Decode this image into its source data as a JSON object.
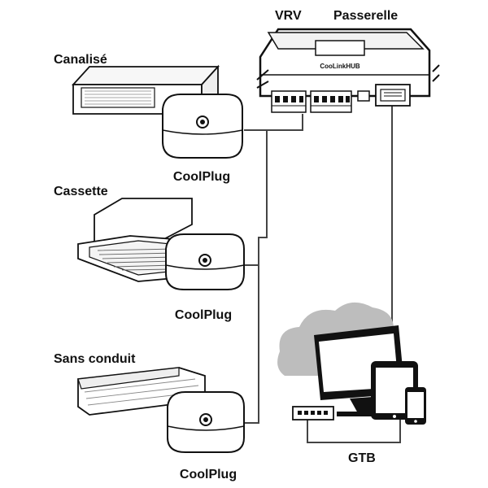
{
  "labels": {
    "vrv": "VRV",
    "passerelle": "Passerelle",
    "canalise": "Canalisé",
    "cassette": "Cassette",
    "sans_conduit": "Sans conduit",
    "coolplug_1": "CoolPlug",
    "coolplug_2": "CoolPlug",
    "coolplug_3": "CoolPlug",
    "gtb": "GTB"
  },
  "hub": {
    "brand": "CooLinkHUB"
  }
}
